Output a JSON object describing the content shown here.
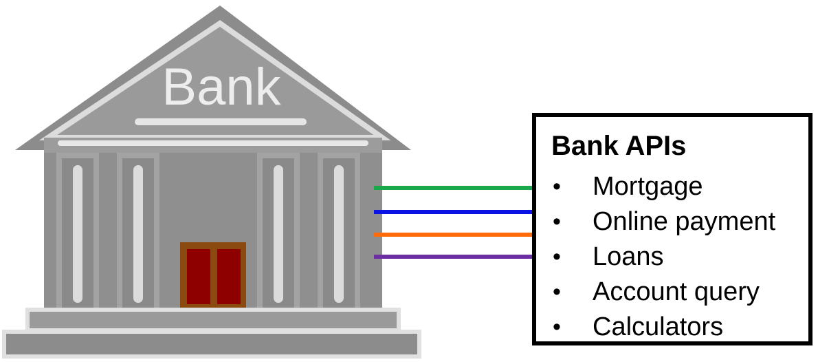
{
  "bank": {
    "sign_text": "Bank"
  },
  "connectors": [
    {
      "color": "#19a84a"
    },
    {
      "color": "#0a12e6"
    },
    {
      "color": "#ff6a0a"
    },
    {
      "color": "#6b2fa3"
    }
  ],
  "api_box": {
    "title": "Bank APIs",
    "bullet": "•",
    "items": [
      "Mortgage",
      "Online payment",
      "Loans",
      "Account query",
      "Calculators"
    ]
  }
}
